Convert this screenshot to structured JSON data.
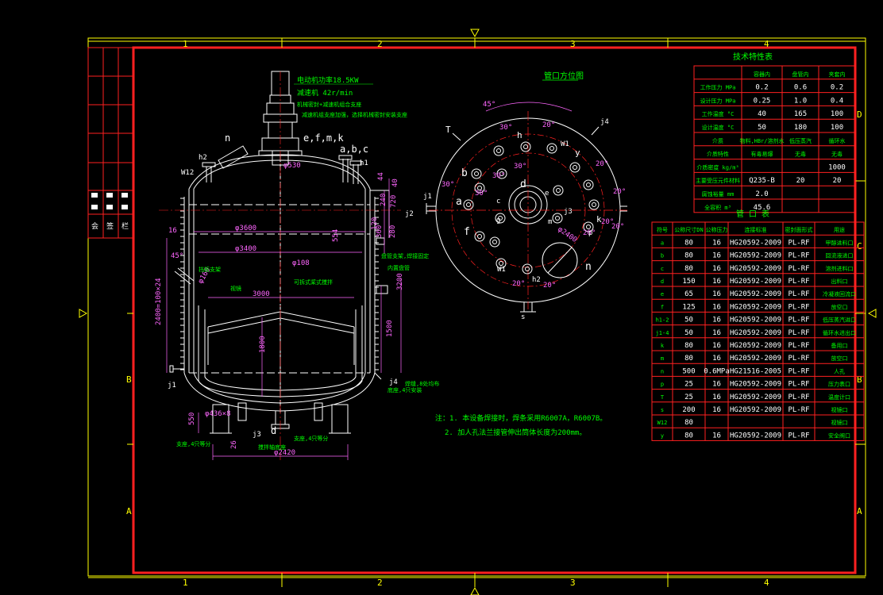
{
  "colors": {
    "frame_outer": "#ffff00",
    "frame_inner": "#ff2020",
    "drawing": "#ffffff",
    "text_green": "#00ff00",
    "text_yellow": "#ffff00",
    "dim_magenta": "#ff66ff"
  },
  "grid": {
    "top_numbers": [
      "1",
      "2",
      "3",
      "4"
    ],
    "bottom_numbers": [
      "1",
      "2",
      "3",
      "4"
    ],
    "left_letters": [
      "B",
      "A"
    ],
    "right_letters": [
      "D",
      "C",
      "B",
      "A"
    ]
  },
  "side_title": [
    "会",
    "签",
    "栏"
  ],
  "front_view": {
    "motor_note": "电动机功率18.5KW",
    "reducer_note": "减速机 42r/min",
    "seal_note": "机械密封+减速机组合支座",
    "seal_note2": "减速机组支座加强，选择机械密封安装支座",
    "nozzle_efmk": "e,f,m,k",
    "nozzle_abc": "a,b,c",
    "n_label": "n",
    "h2_label": "h2",
    "h1_label": "h1",
    "w12_label": "W12",
    "j1_label": "j1",
    "j2_label": "j2",
    "j3_label": "j3",
    "j4_label": "j4",
    "d_label": "d",
    "dim_530": "φ530",
    "dim_3600": "φ3600",
    "dim_3400": "φ3400",
    "dim_108": "φ108",
    "dim_3000": "3000",
    "dim_1800": "1800",
    "dim_1500": "1500",
    "dim_3200": "3200",
    "dim_2400": "2400=100×24",
    "dim_2420": "φ2420",
    "dim_550": "550",
    "dim_26": "26",
    "dim_45": "45°",
    "dim_16": "16",
    "dim_40": "40",
    "dim_160": "φ160",
    "dim_436": "φ436×8",
    "dim_360": "360",
    "dim_120": "120",
    "dim_720": "720",
    "dim_240": "240",
    "dim_280": "280",
    "dim_44": "44",
    "dim_554": "554",
    "note_baffle": "挡板支架",
    "note_sight": "视镜",
    "note_agitator": "可拆式桨式搅拌",
    "note_coil": "盘管支架,焊接固定",
    "note_jacket": "内置盘管",
    "note_bottom": "底座,4只安装",
    "note_support": "支座,4只等分",
    "note_support2": "支座,4只等分",
    "note_flange": "搅拌轴底座",
    "note_weld": "焊缝,8处均布"
  },
  "top_view": {
    "title": "管口方位图",
    "angles": [
      "45°",
      "30°",
      "20°",
      "30°",
      "30°",
      "20°",
      "30°",
      "20°",
      "20°",
      "20°",
      "30°",
      "20°",
      "20°",
      "20°"
    ],
    "labels": [
      "T",
      "h",
      "W1",
      "y",
      "b",
      "a",
      "f",
      "W1",
      "h2",
      "s",
      "p",
      "n",
      "k",
      "j3",
      "j1",
      "j4",
      "d",
      "c",
      "e",
      "m",
      "g"
    ],
    "dim_2400": "φ2400",
    "n_label": "n"
  },
  "notes": {
    "line1": "注：1. 本设备焊接时，焊条采用R6007A，R6007B。",
    "line2": "2. 加人孔法兰接管伸出筒体长度为200mm。"
  },
  "spec_table": {
    "title": "技术特性表",
    "headers": [
      "",
      "容器内",
      "盘管内",
      "夹套内"
    ],
    "rows": [
      [
        "工作压力 MPa",
        "0.2",
        "0.6",
        "0.2"
      ],
      [
        "设计压力 MPa",
        "0.25",
        "1.0",
        "0.4"
      ],
      [
        "工作温度 °C",
        "40",
        "165",
        "100"
      ],
      [
        "设计温度 °C",
        "50",
        "180",
        "100"
      ],
      [
        "介质",
        "物料,HBr/溶剂水",
        "低压蒸汽",
        "循环水"
      ],
      [
        "介质特性",
        "有毒易爆",
        "无毒",
        "无毒"
      ],
      [
        "介质密度 kg/m³",
        "",
        "",
        "1000"
      ],
      [
        "主要受压元件材料",
        "Q235-B",
        "20",
        "20"
      ],
      [
        "腐蚀裕量 mm",
        "2.0",
        "",
        ""
      ],
      [
        "全容积 m³",
        "45.6",
        "",
        ""
      ]
    ]
  },
  "nozzle_table": {
    "title": "管 口 表",
    "headers": [
      "符号",
      "公称尺寸DN",
      "公称压力",
      "连接标准",
      "密封面形式",
      "用途"
    ],
    "rows": [
      [
        "a",
        "80",
        "16",
        "HG20592-2009",
        "PL-RF",
        "甲醇进料口"
      ],
      [
        "b",
        "80",
        "16",
        "HG20592-2009",
        "PL-RF",
        "回流液进口"
      ],
      [
        "c",
        "80",
        "16",
        "HG20592-2009",
        "PL-RF",
        "溶剂进料口"
      ],
      [
        "d",
        "150",
        "16",
        "HG20592-2009",
        "PL-RF",
        "出料口"
      ],
      [
        "e",
        "65",
        "16",
        "HG20592-2009",
        "PL-RF",
        "冷凝液回流口"
      ],
      [
        "f",
        "125",
        "16",
        "HG20592-2009",
        "PL-RF",
        "放空口"
      ],
      [
        "h1-2",
        "50",
        "16",
        "HG20592-2009",
        "PL-RF",
        "低压蒸汽进口"
      ],
      [
        "j1-4",
        "50",
        "16",
        "HG20592-2009",
        "PL-RF",
        "循环水进出口"
      ],
      [
        "k",
        "80",
        "16",
        "HG20592-2009",
        "PL-RF",
        "备用口"
      ],
      [
        "m",
        "80",
        "16",
        "HG20592-2009",
        "PL-RF",
        "放空口"
      ],
      [
        "n",
        "500",
        "0.6MPa",
        "HG21516-2005",
        "PL-RF",
        "人孔"
      ],
      [
        "p",
        "25",
        "16",
        "HG20592-2009",
        "PL-RF",
        "压力表口"
      ],
      [
        "T",
        "25",
        "16",
        "HG20592-2009",
        "PL-RF",
        "温度计口"
      ],
      [
        "s",
        "200",
        "16",
        "HG20592-2009",
        "PL-RF",
        "视镜口"
      ],
      [
        "W12",
        "80",
        "",
        "",
        "",
        "视镜口"
      ],
      [
        "y",
        "80",
        "16",
        "HG20592-2009",
        "PL-RF",
        "安全阀口"
      ]
    ]
  }
}
